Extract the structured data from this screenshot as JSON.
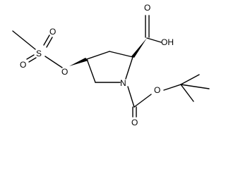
{
  "molecule": {
    "atoms": {
      "oh": "OH",
      "carbonyl_o_acid": "O",
      "n": "N",
      "carbonyl_o_boc": "O",
      "ester_o_boc": "O",
      "ester_o_ms": "O",
      "sulfur": "S",
      "so_upper": "O",
      "so_lower": "O"
    }
  }
}
